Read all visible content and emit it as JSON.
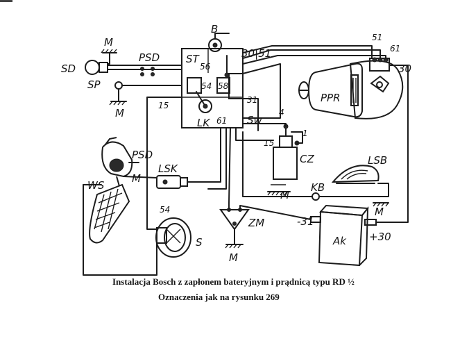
{
  "labels": {
    "M_top": "M",
    "B": "B",
    "SD": "SD",
    "PSD_top": "PSD",
    "ST": "ST",
    "t56": "56",
    "t30_51": "30|51",
    "t51": "51",
    "t61": "61",
    "t30_right": "30",
    "SP": "SP",
    "M_left": "M",
    "t54_box": "54",
    "t58": "58",
    "t31": "31",
    "PPR": "PPR",
    "t15_box": "15",
    "LK": "LK",
    "t61_box": "61",
    "Sw": "Sw",
    "t4": "4",
    "t1": "1",
    "t15_coil": "15",
    "CZ": "CZ",
    "PSD_left": "PSD",
    "LSK": "LSK",
    "LSB": "LSB",
    "WS": "WS",
    "M_ws": "M",
    "KB": "KB",
    "M_cz": "M",
    "M_lsb": "M",
    "t54_horn": "54",
    "S": "S",
    "ZM": "ZM",
    "minus31": "-31",
    "Ak": "Ak",
    "plus30": "+30",
    "M_zm": "M"
  },
  "caption": {
    "line1": "Instalacja Bosch z zapłonem bateryjnym i prądnicą typu RD ½",
    "line2": "Oznaczenia jak na rysunku 269"
  },
  "colors": {
    "ink": "#1c1c1c",
    "paper": "#ffffff"
  }
}
